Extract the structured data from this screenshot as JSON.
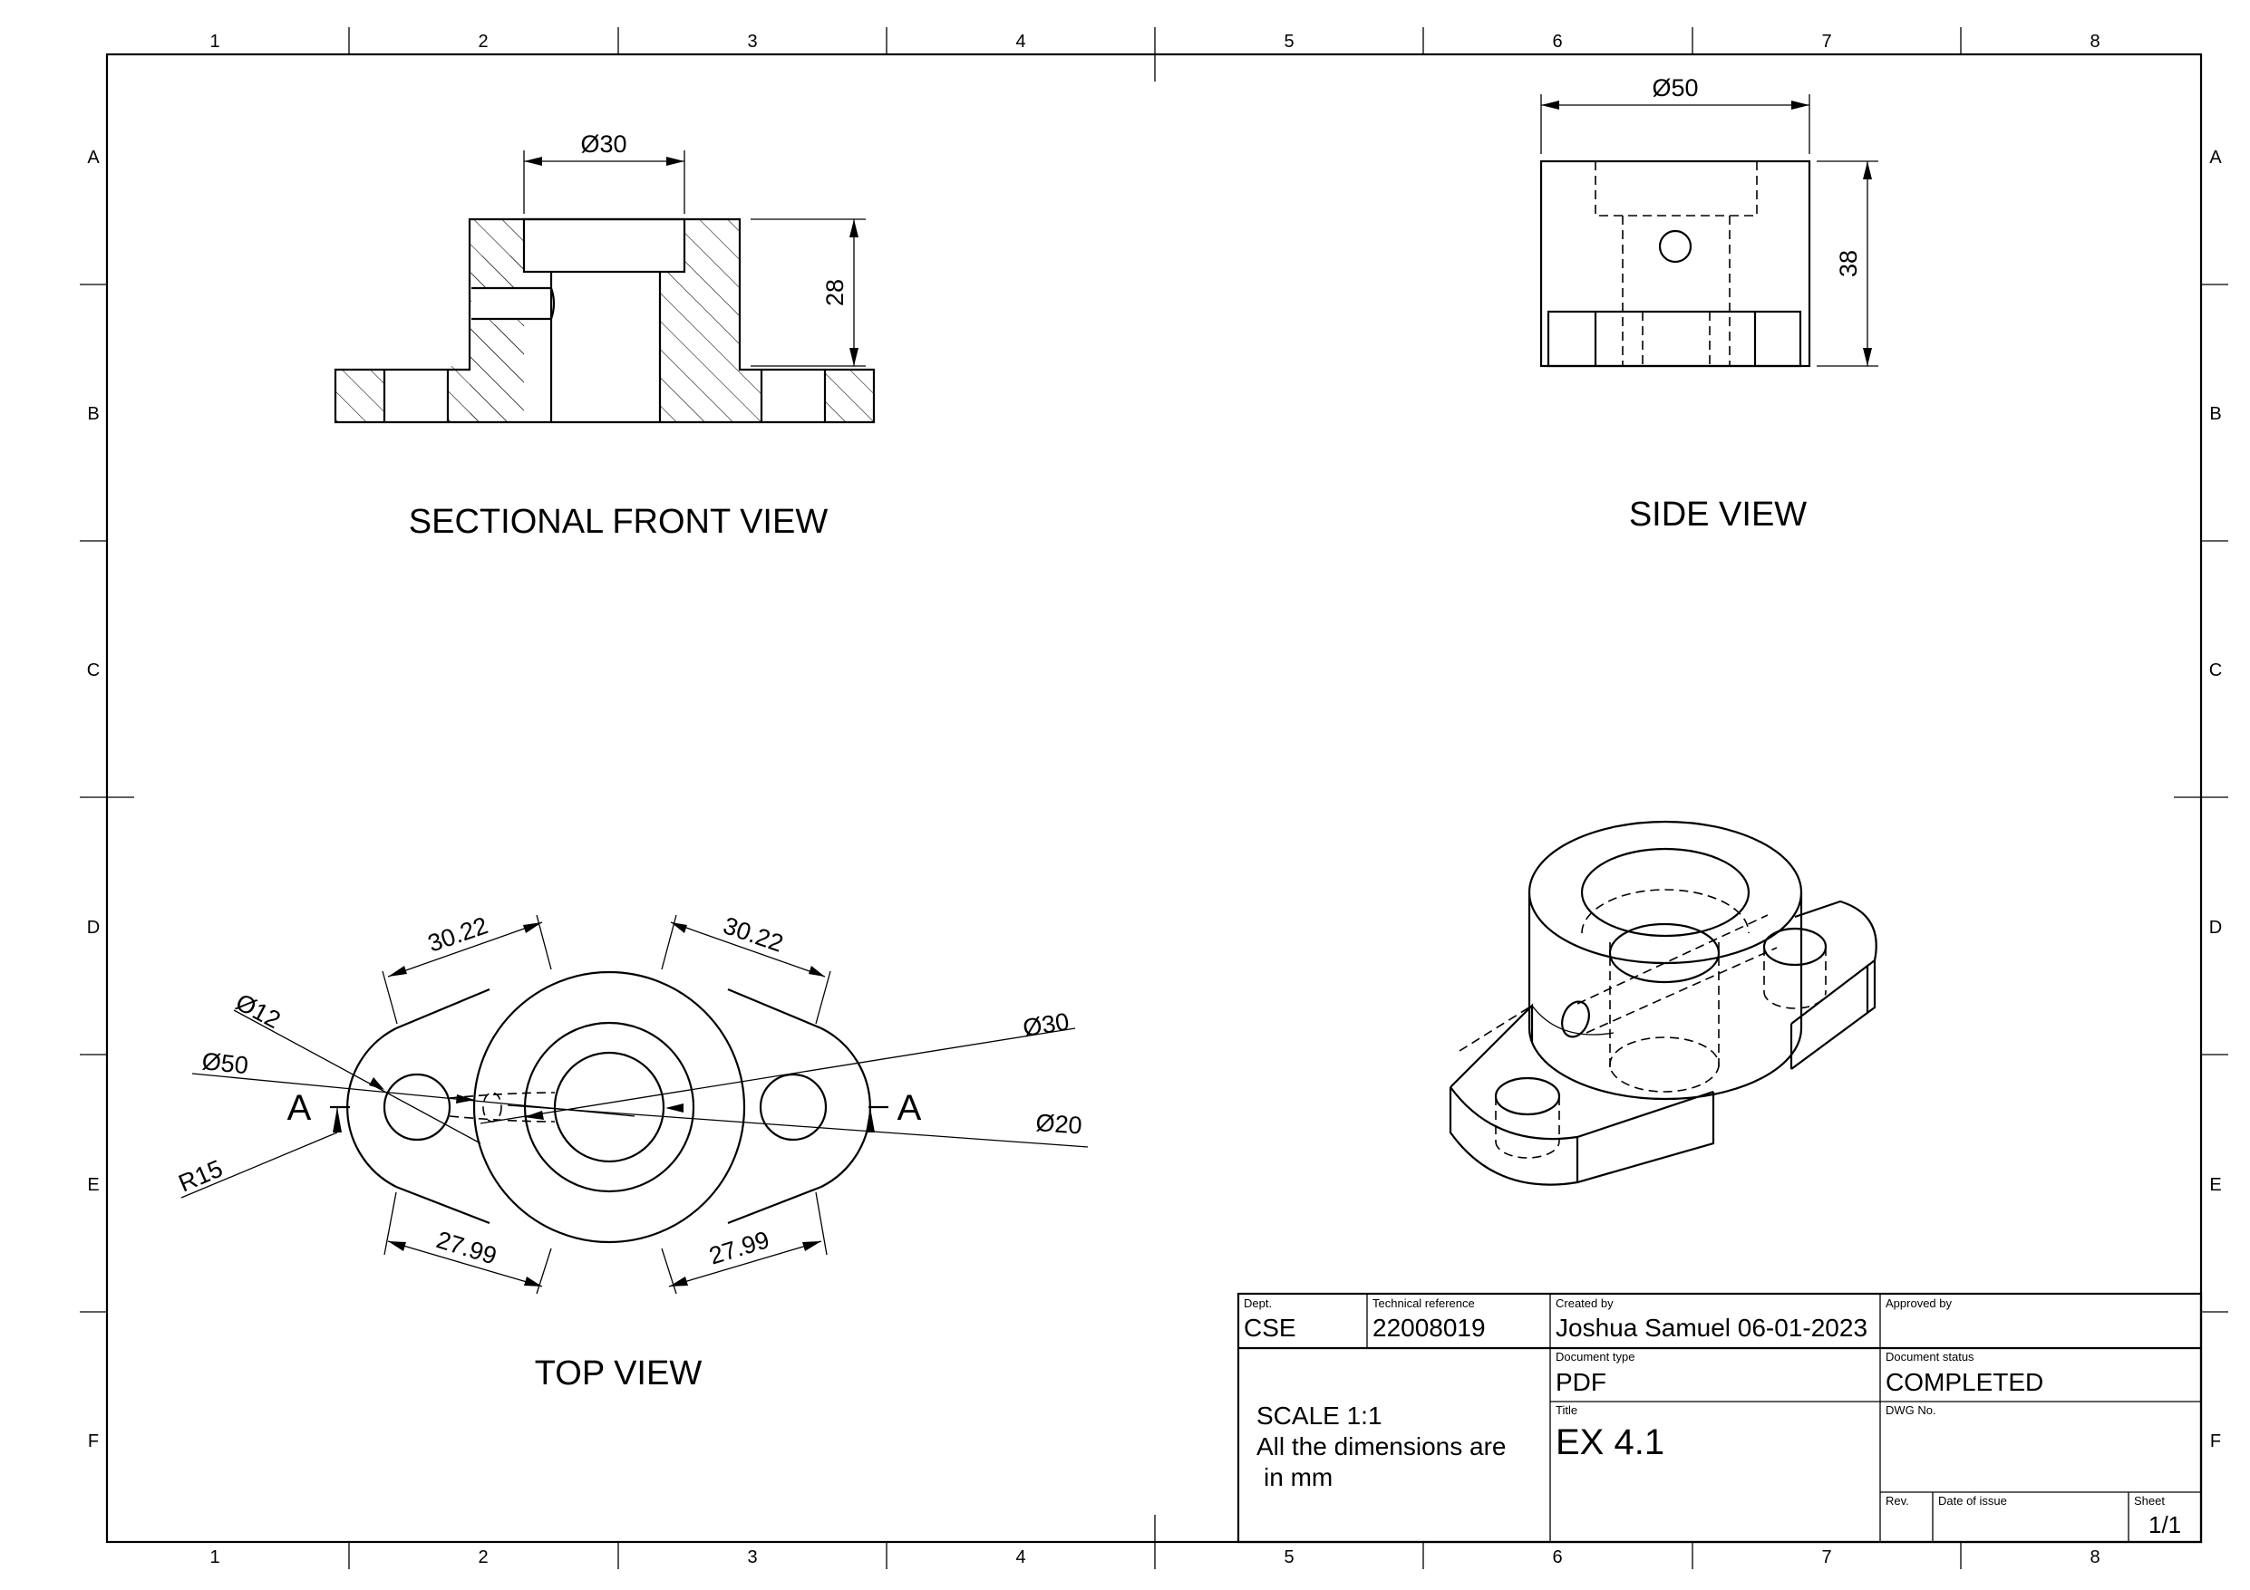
{
  "border": {
    "columns": [
      "1",
      "2",
      "3",
      "4",
      "5",
      "6",
      "7",
      "8"
    ],
    "rows": [
      "A",
      "B",
      "C",
      "D",
      "E",
      "F"
    ]
  },
  "views": {
    "front": {
      "title": "SECTIONAL FRONT VIEW",
      "dims": {
        "bore": "Ø30",
        "height": "28"
      }
    },
    "side": {
      "title": "SIDE VIEW",
      "dims": {
        "width": "Ø50",
        "height": "38"
      }
    },
    "top": {
      "title": "TOP VIEW",
      "dims": {
        "top_left": "30.22",
        "top_right": "30.22",
        "bottom_left": "27.99",
        "bottom_right": "27.99",
        "d12": "Ø12",
        "d50": "Ø50",
        "r15": "R15",
        "d30": "Ø30",
        "d20": "Ø20"
      },
      "section_left": "A",
      "section_right": "A"
    }
  },
  "title_block": {
    "dept_label": "Dept.",
    "dept_value": "CSE",
    "techref_label": "Technical reference",
    "techref_value": "22008019",
    "created_label": "Created by",
    "created_value": "Joshua Samuel 06-01-2023",
    "approved_label": "Approved by",
    "approved_value": "",
    "notes_line1": "SCALE 1:1",
    "notes_line2": "All the dimensions are",
    "notes_line3": "in mm",
    "doctype_label": "Document type",
    "doctype_value": "PDF",
    "status_label": "Document status",
    "status_value": "COMPLETED",
    "title_label": "Title",
    "title_value": "EX 4.1",
    "dwg_label": "DWG No.",
    "rev_label": "Rev.",
    "date_label": "Date of issue",
    "sheet_label": "Sheet",
    "sheet_value": "1/1"
  }
}
